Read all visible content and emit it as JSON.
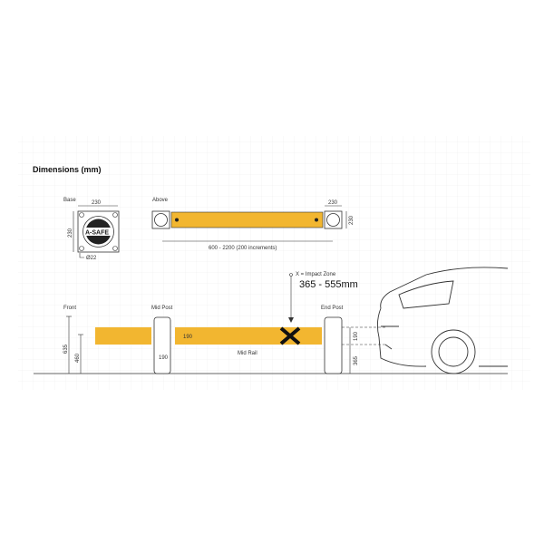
{
  "title": "Dimensions (mm)",
  "base": {
    "label": "Base",
    "width": "230",
    "height": "230",
    "bolt": "Ø22",
    "logo": "A-SAFE"
  },
  "above": {
    "label": "Above",
    "post_width": "230",
    "post_height": "230",
    "length": "600 - 2200 (200 increments)"
  },
  "side": {
    "front_label": "Front",
    "front_h1": "635",
    "front_h2": "460",
    "mid_post_label": "Mid Post",
    "mid_post_dim": "190",
    "rail_dim": "190",
    "mid_rail_label": "Mid Rail",
    "end_post_label": "End Post",
    "end_rail_dim": "190",
    "end_ground_dim": "365",
    "impact_label": "X = Impact Zone",
    "impact_range": "365 - 555mm"
  },
  "colors": {
    "rail": "#f2b630",
    "grid": "#ececec",
    "line": "#333333"
  }
}
